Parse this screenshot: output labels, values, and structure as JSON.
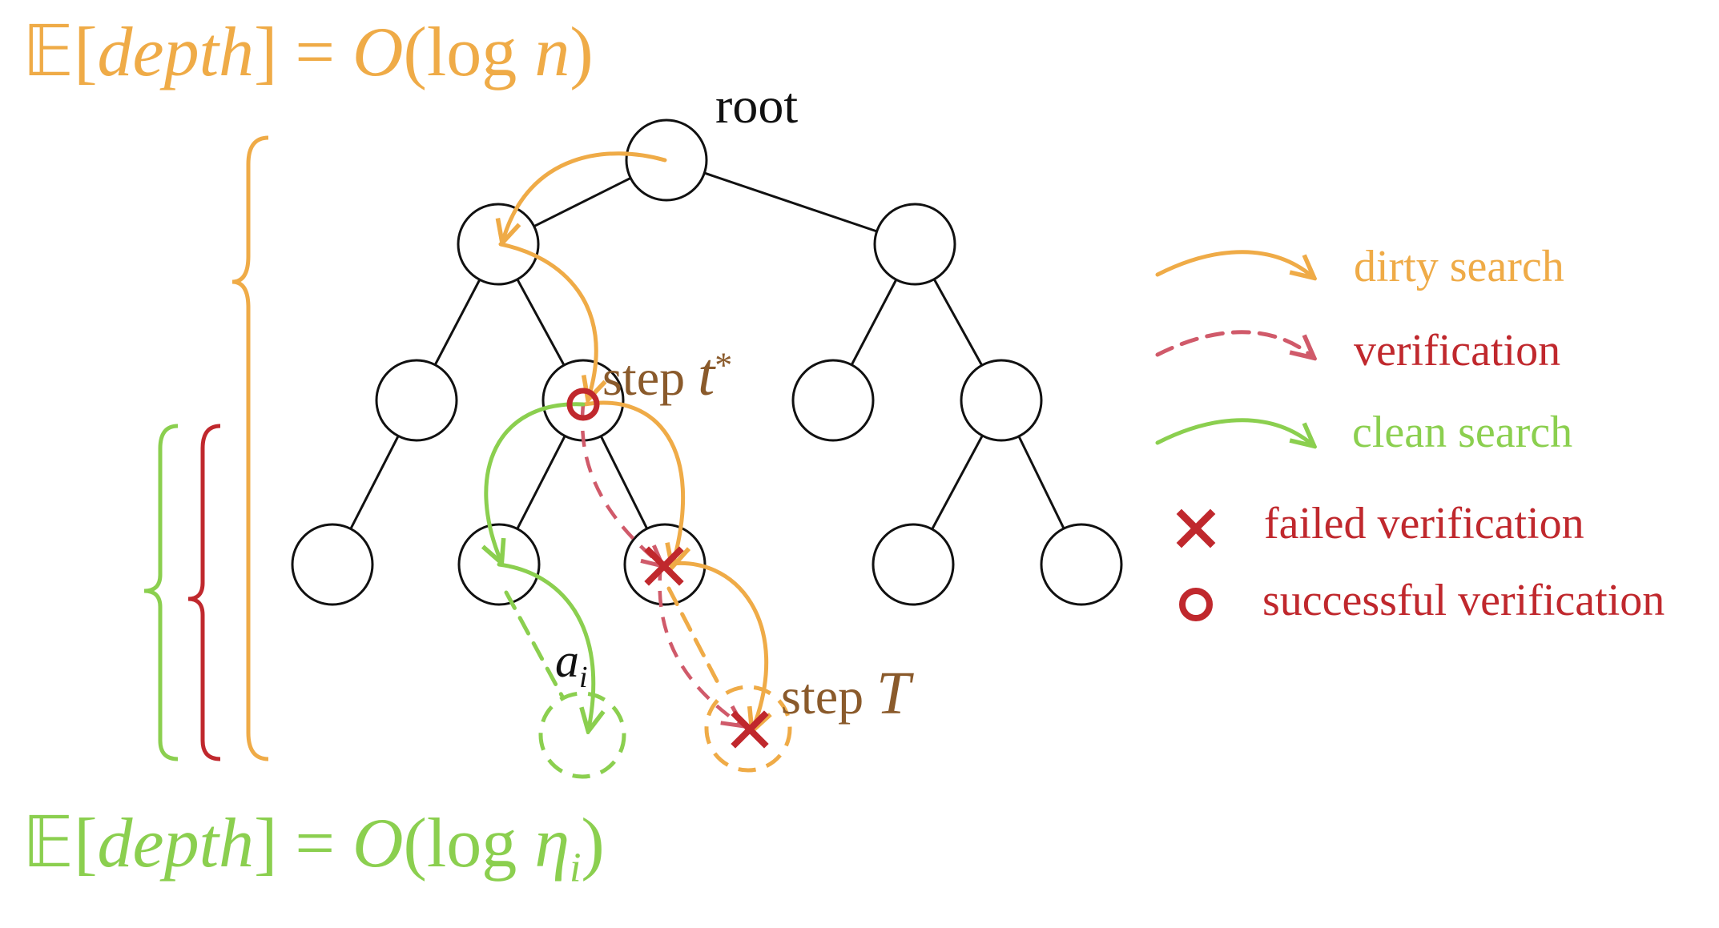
{
  "formulas": {
    "top": {
      "bb": "𝔼",
      "open": "[",
      "var": "depth",
      "close": "]",
      "eq": " = ",
      "func": "O",
      "arg_open": "(log ",
      "arg_var": "n",
      "arg_close": ")"
    },
    "bottom": {
      "bb": "𝔼",
      "open": "[",
      "var": "depth",
      "close": "]",
      "eq": " = ",
      "func": "O",
      "arg_open": "(log ",
      "arg_var": "η",
      "arg_sub": "i",
      "arg_close": ")"
    }
  },
  "tree_labels": {
    "root": "root",
    "step_t_star": "step ",
    "step_t_star_var": "t",
    "step_t_star_sup": "*",
    "step_T": "step ",
    "step_T_var": "T",
    "a_i_var": "a",
    "a_i_sub": "i"
  },
  "legend": [
    {
      "marker": "solid-arrow",
      "color": "#efab47",
      "label": "dirty search"
    },
    {
      "marker": "dashed-arrow",
      "color": "#d05a6a",
      "label": "verification"
    },
    {
      "marker": "solid-arrow",
      "color": "#8bcf4f",
      "label": "clean search"
    },
    {
      "marker": "cross",
      "color": "#c0282d",
      "label": "failed verification"
    },
    {
      "marker": "circle",
      "color": "#c0282d",
      "label": "successful verification"
    }
  ],
  "colors": {
    "dirty": "#efab47",
    "verify": "#d05a6a",
    "clean": "#8bcf4f",
    "mark": "#c0282d",
    "text_brown": "#8a5a2b"
  }
}
